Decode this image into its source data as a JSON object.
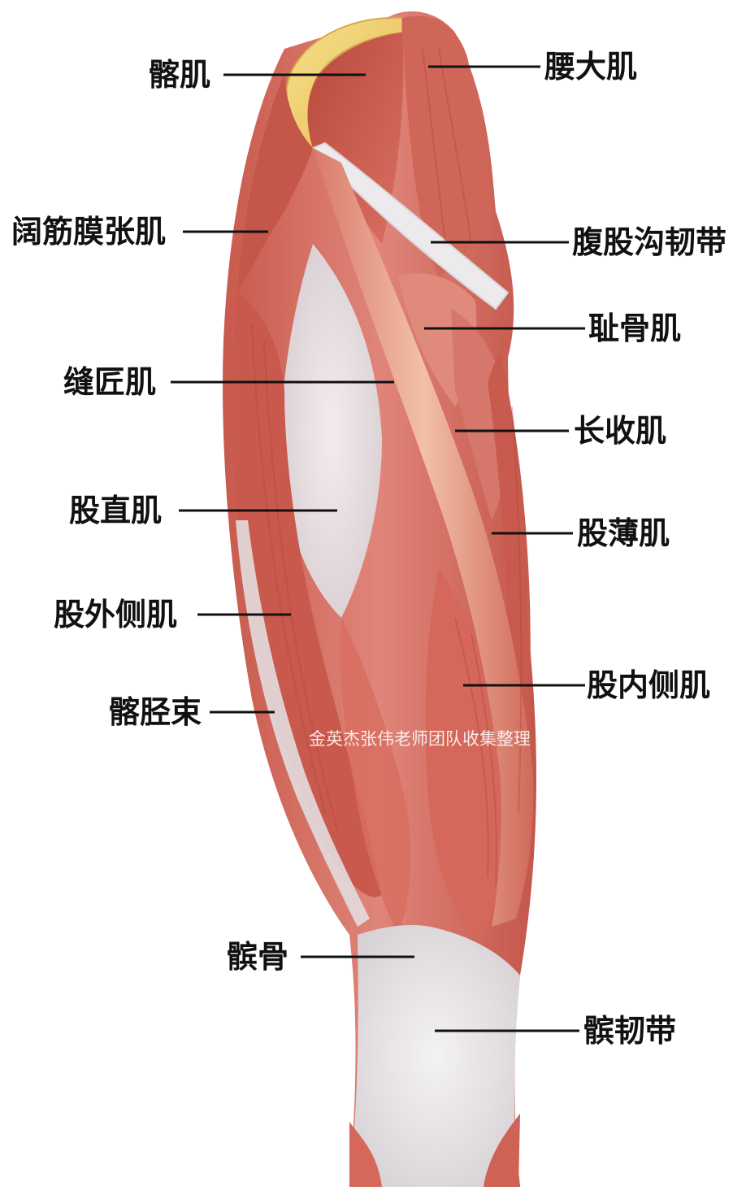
{
  "labels": {
    "ilium_muscle": "髂肌",
    "psoas_major": "腰大肌",
    "tensor_fasciae_latae": "阔筋膜张肌",
    "inguinal_ligament": "腹股沟韧带",
    "pectineus": "耻骨肌",
    "sartorius": "缝匠肌",
    "adductor_longus": "长收肌",
    "rectus_femoris": "股直肌",
    "gracilis": "股薄肌",
    "vastus_lateralis": "股外侧肌",
    "vastus_medialis": "股内侧肌",
    "iliotibial_band": "髂胫束",
    "patella": "髌骨",
    "patellar_ligament": "髌韧带"
  },
  "watermark": "金英杰张伟老师团队收集整理",
  "colors": {
    "muscle": "#d46a5c",
    "muscle_dark": "#b84a3e",
    "muscle_light": "#e89a8c",
    "tendon": "#e6e4e6",
    "bone": "#f2d27a",
    "leader_line": "#111111"
  }
}
